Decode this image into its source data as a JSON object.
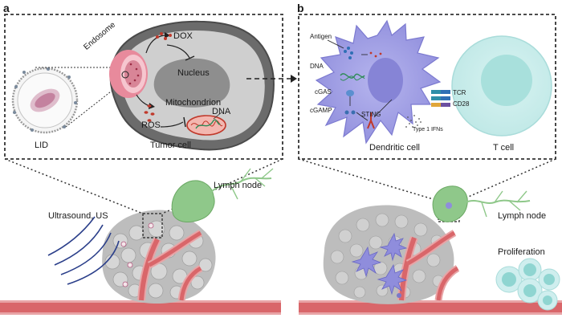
{
  "panel_a": {
    "letter": "a",
    "liposome_label": "LID",
    "tumor_cell_label": "Tumor cell",
    "endosome_label": "Endosome",
    "dox_label": "DOX",
    "nucleus_label": "Nucleus",
    "ros_label": "ROS",
    "mitochondrion_label": "Mitochondrion",
    "dna_label": "DNA",
    "ultrasound_label": "Ultrasound, US",
    "lymph_node_label": "Lymph node"
  },
  "panel_b": {
    "letter": "b",
    "antigen_label": "Antigen",
    "dna_label": "DNA",
    "cgas_label": "cGAS",
    "cgamp_label": "cGAMP",
    "sting_label": "STING",
    "tcr_label": "TCR",
    "cd28_label": "CD28",
    "ifn_label": "Type 1 IFNs",
    "dendritic_cell_label": "Dendritic cell",
    "t_cell_label": "T cell",
    "lymph_node_label": "Lymph node",
    "proliferation_label": "Proliferation"
  },
  "colors": {
    "tumor_cell": "#6b6b6b",
    "endosome": "#e88a9c",
    "dendritic_cell": "#a9a8e8",
    "t_cell": "#cfeeee",
    "lymph_node": "#8fc88a",
    "vessel": "#d9666a",
    "ultrasound_waves": "#2b3f8a"
  }
}
